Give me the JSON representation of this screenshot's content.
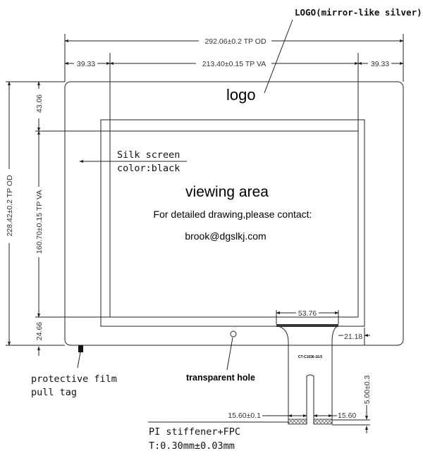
{
  "labels": {
    "logo_callout": "LOGO(mirror-like silver)",
    "logo": "logo",
    "silk_line1": "Silk screen",
    "silk_line2": "color:black",
    "viewing_area": "viewing area",
    "contact_line": "For detailed drawing,please contact:",
    "email": "brook@dgslkj.com",
    "pull_tag_line1": "protective film",
    "pull_tag_line2": "pull tag",
    "transparent_hole": "transparent hole",
    "fpc_code": "CT-C1036-10.5",
    "stiffener_line1": "PI stiffener+FPC",
    "stiffener_line2": "T:0.30mm±0.03mm"
  },
  "dimensions": {
    "od_width": "292.06±0.2 TP OD",
    "va_width": "213.40±0.15 TP VA",
    "left_margin": "39.33",
    "right_margin": "39.33",
    "od_height": "228.42±0.2 TP OD",
    "va_height": "160.70±0.15 TP VA",
    "top_margin": "43.06",
    "bottom_margin": "24.66",
    "connector_width": "53.76",
    "fpc_offset": "21.18",
    "stiffener_left": "15.60±0.1",
    "stiffener_right": "15.60",
    "stiffener_height": "5.00±0.3"
  }
}
